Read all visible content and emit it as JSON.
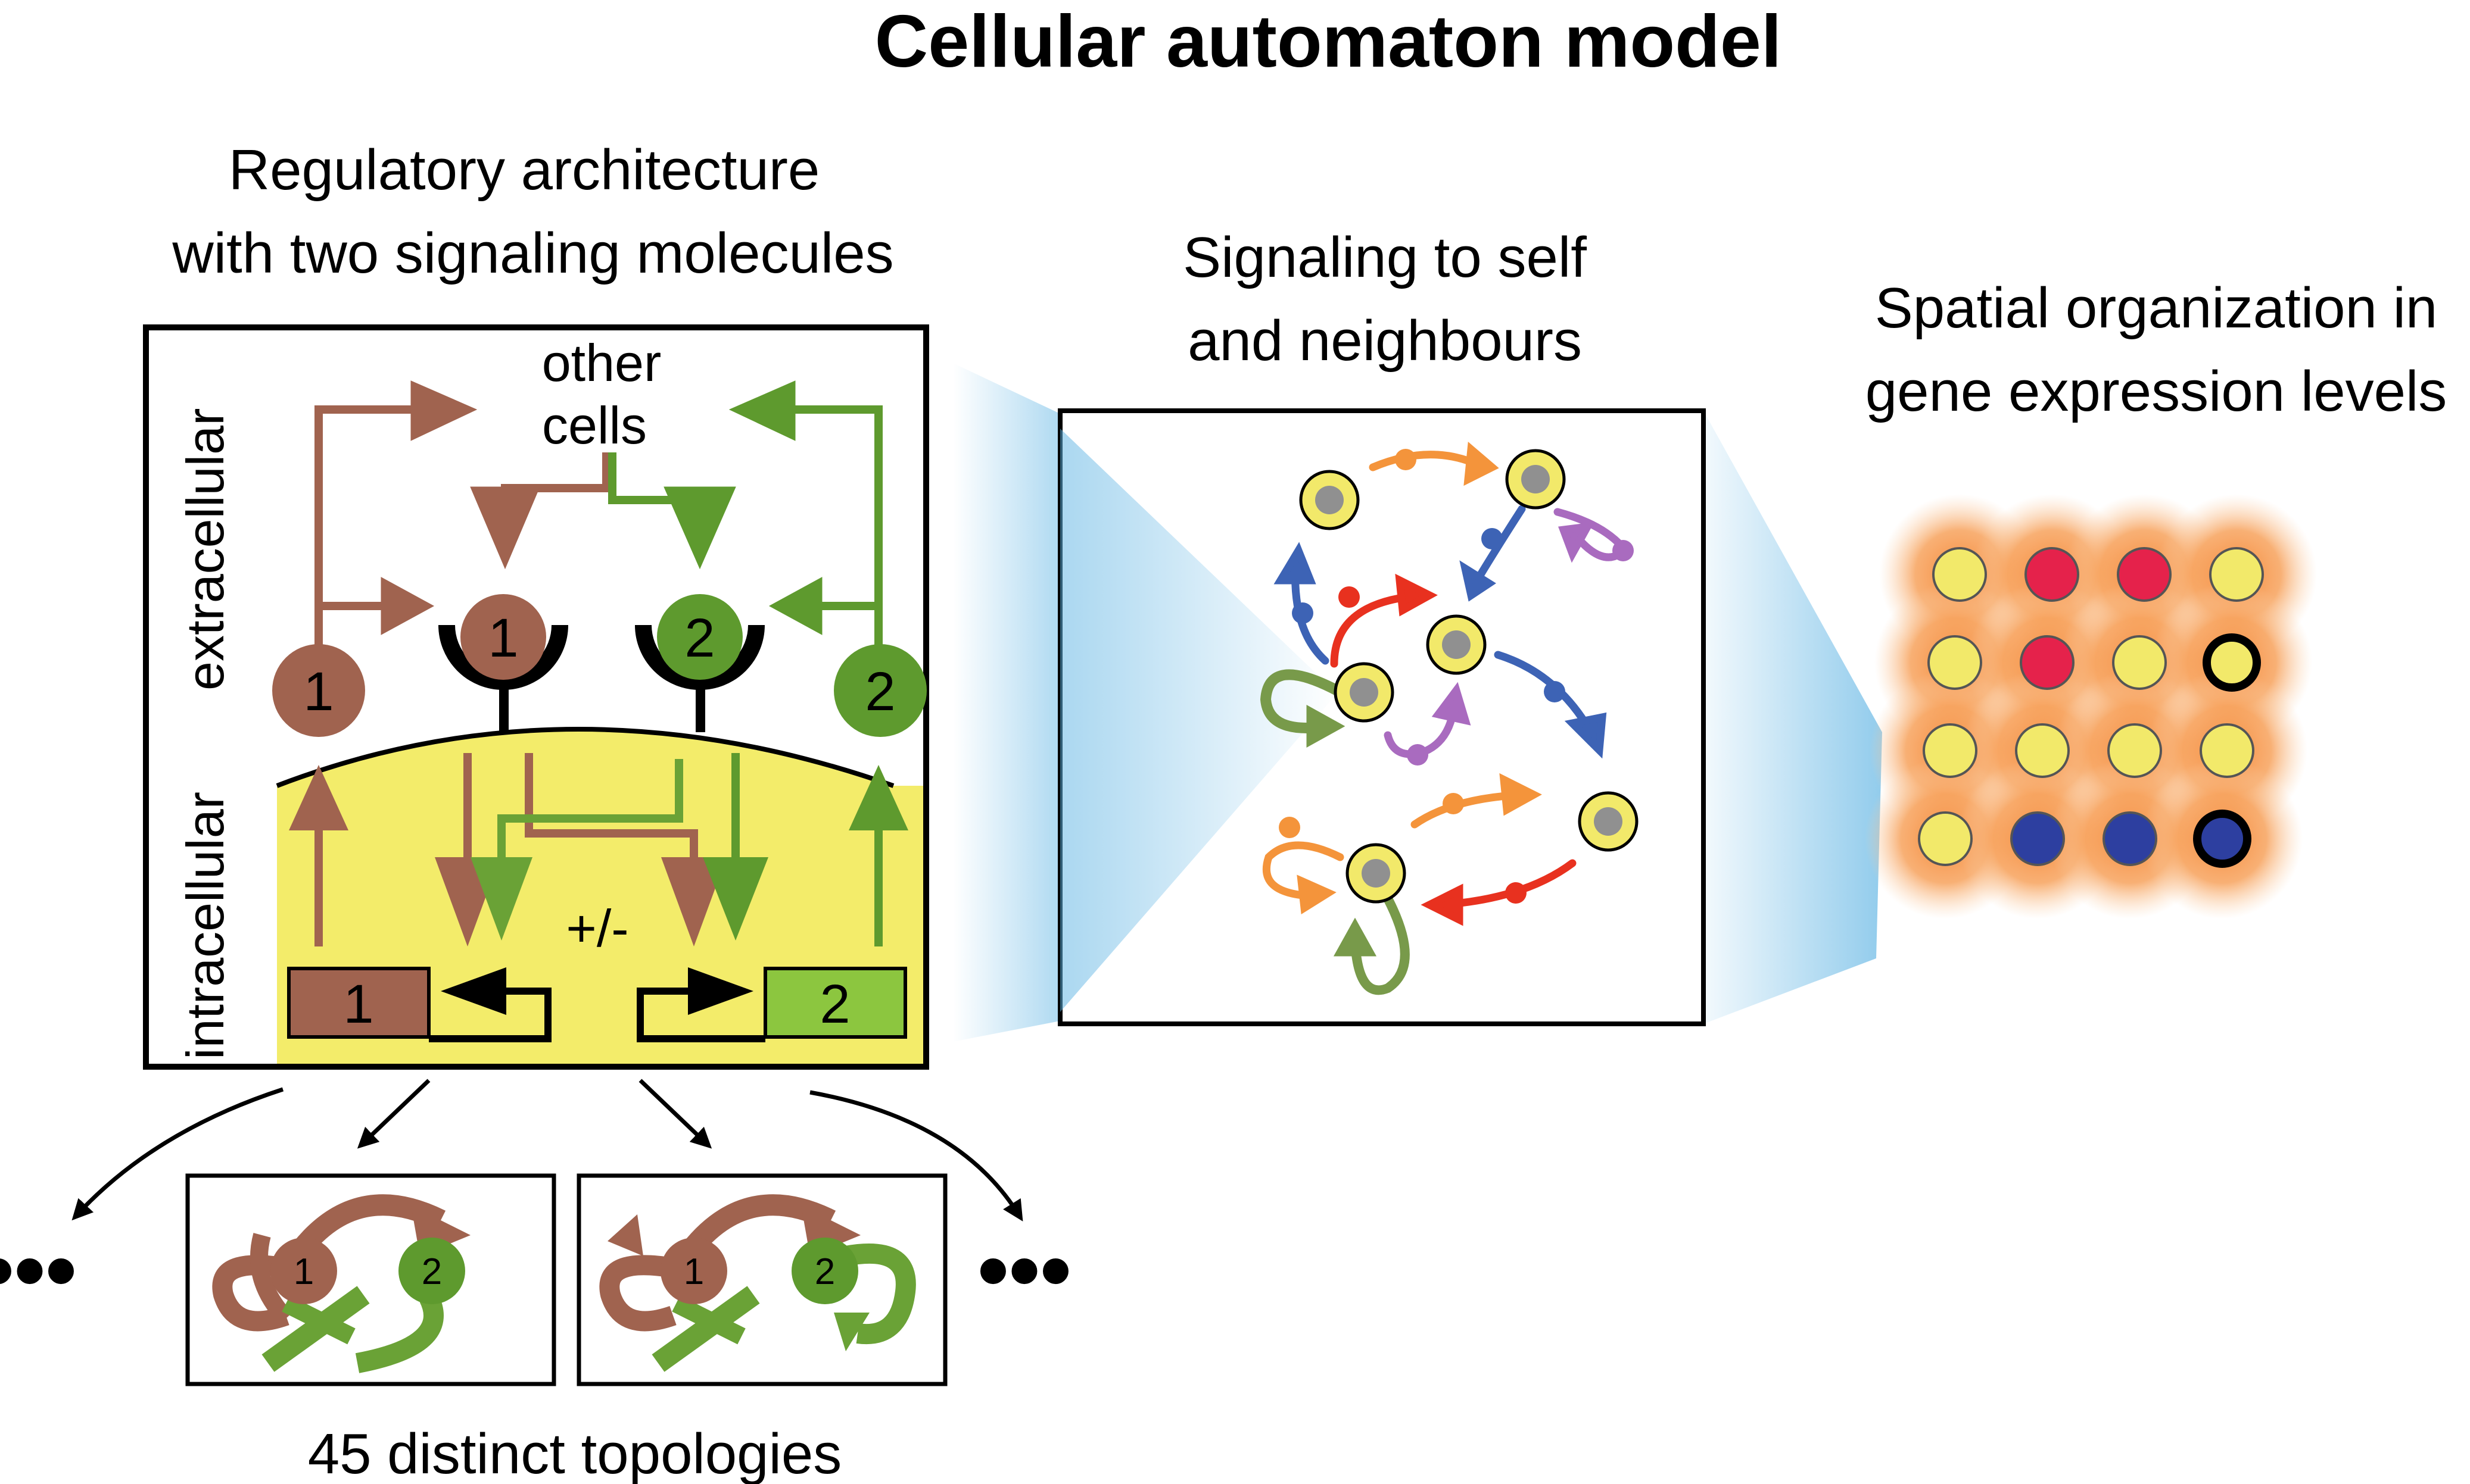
{
  "title": "Cellular automaton model",
  "panels": {
    "architecture": {
      "heading_line1": "Regulatory architecture",
      "heading_line2": "with two signaling molecules",
      "label_extracellular": "extracellular",
      "label_intracellular": "intracellular",
      "other_cells_line1": "other",
      "other_cells_line2": "cells",
      "sign_label": "+/-",
      "molecule_1": "1",
      "molecule_2": "2",
      "gene_1": "1",
      "gene_2": "2"
    },
    "signaling": {
      "heading_line1": "Signaling to self",
      "heading_line2": "and neighbours"
    },
    "spatial": {
      "heading_line1": "Spatial organization in",
      "heading_line2": "gene expression levels",
      "grid": [
        [
          "yellow",
          "red",
          "red",
          "yellow"
        ],
        [
          "yellow",
          "red",
          "yellow",
          "yellow-bold"
        ],
        [
          "yellow",
          "yellow",
          "yellow",
          "yellow"
        ],
        [
          "yellow",
          "blue",
          "blue",
          "blue-bold"
        ]
      ]
    },
    "topologies": {
      "caption": "45 distinct topologies",
      "ellipsis": "•••",
      "node_1": "1",
      "node_2": "2"
    }
  },
  "colors": {
    "brown": "#a0634f",
    "green": "#5e9a2e",
    "light_green": "#8cc63f",
    "yellow": "#f3ec6a",
    "cell_yellow": "#f2e96a",
    "red": "#e5224b",
    "blue": "#2d3fa0",
    "orange": "#f58a3a",
    "orange_glow": "#f7a25c",
    "light_blue": "#5db3e3",
    "purple": "#a96bbf",
    "arrow_red": "#e8311f",
    "arrow_blue": "#3d63b5",
    "arrow_orange": "#f4943b",
    "arrow_green": "#789a4a"
  }
}
